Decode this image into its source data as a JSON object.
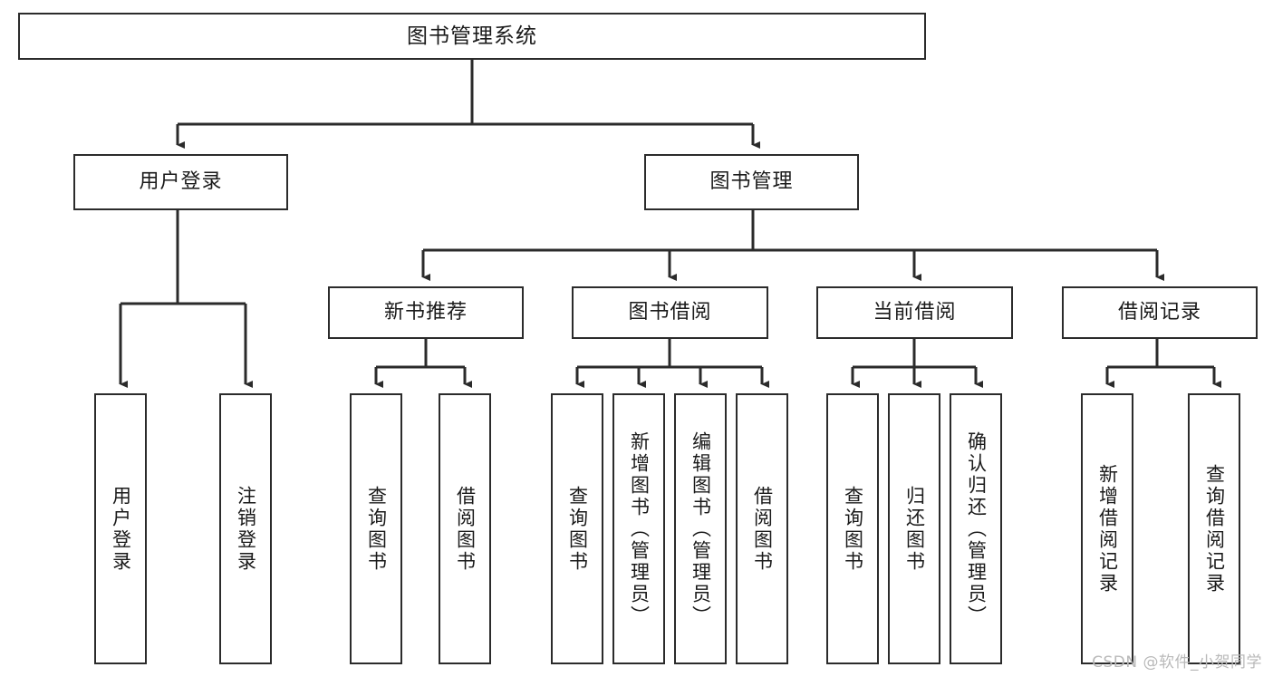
{
  "diagram": {
    "type": "tree-hierarchy",
    "title": "图书管理系统",
    "watermark": "CSDN @软件_小贺同学",
    "colors": {
      "box_border": "#2b2b2b",
      "box_fill": "#ffffff",
      "connector": "#2b2b2b",
      "text": "#1a1a1a",
      "watermark": "#b9b9b9"
    },
    "levels": {
      "root": {
        "label": "图书管理系统"
      },
      "level2": [
        {
          "label": "用户登录"
        },
        {
          "label": "图书管理"
        }
      ],
      "level3": [
        {
          "label": "新书推荐"
        },
        {
          "label": "图书借阅"
        },
        {
          "label": "当前借阅"
        },
        {
          "label": "借阅记录"
        }
      ],
      "leaves": [
        {
          "label": "用户登录",
          "parent": "用户登录"
        },
        {
          "label": "注销登录",
          "parent": "用户登录"
        },
        {
          "label": "查询图书",
          "parent": "新书推荐"
        },
        {
          "label": "借阅图书",
          "parent": "新书推荐"
        },
        {
          "label": "查询图书",
          "parent": "图书借阅"
        },
        {
          "label": "新增图书（管理员）",
          "parent": "图书借阅"
        },
        {
          "label": "编辑图书（管理员）",
          "parent": "图书借阅"
        },
        {
          "label": "借阅图书",
          "parent": "图书借阅"
        },
        {
          "label": "查询图书",
          "parent": "当前借阅"
        },
        {
          "label": "归还图书",
          "parent": "当前借阅"
        },
        {
          "label": "确认归还（管理员）",
          "parent": "当前借阅"
        },
        {
          "label": "新增借阅记录",
          "parent": "借阅记录"
        },
        {
          "label": "查询借阅记录",
          "parent": "借阅记录"
        }
      ]
    }
  }
}
